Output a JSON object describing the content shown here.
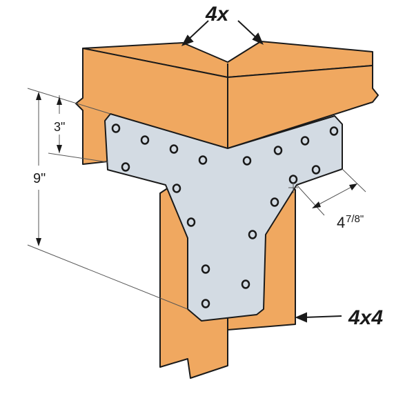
{
  "labels": {
    "beam": "4x",
    "post": "4x4",
    "dim_3": "3\"",
    "dim_9": "9\"",
    "dim_width_whole": "4",
    "dim_width_frac": "7/8\""
  },
  "colors": {
    "wood": "#f0a860",
    "plate": "#d3dbe3",
    "outline": "#1a1a1a"
  }
}
